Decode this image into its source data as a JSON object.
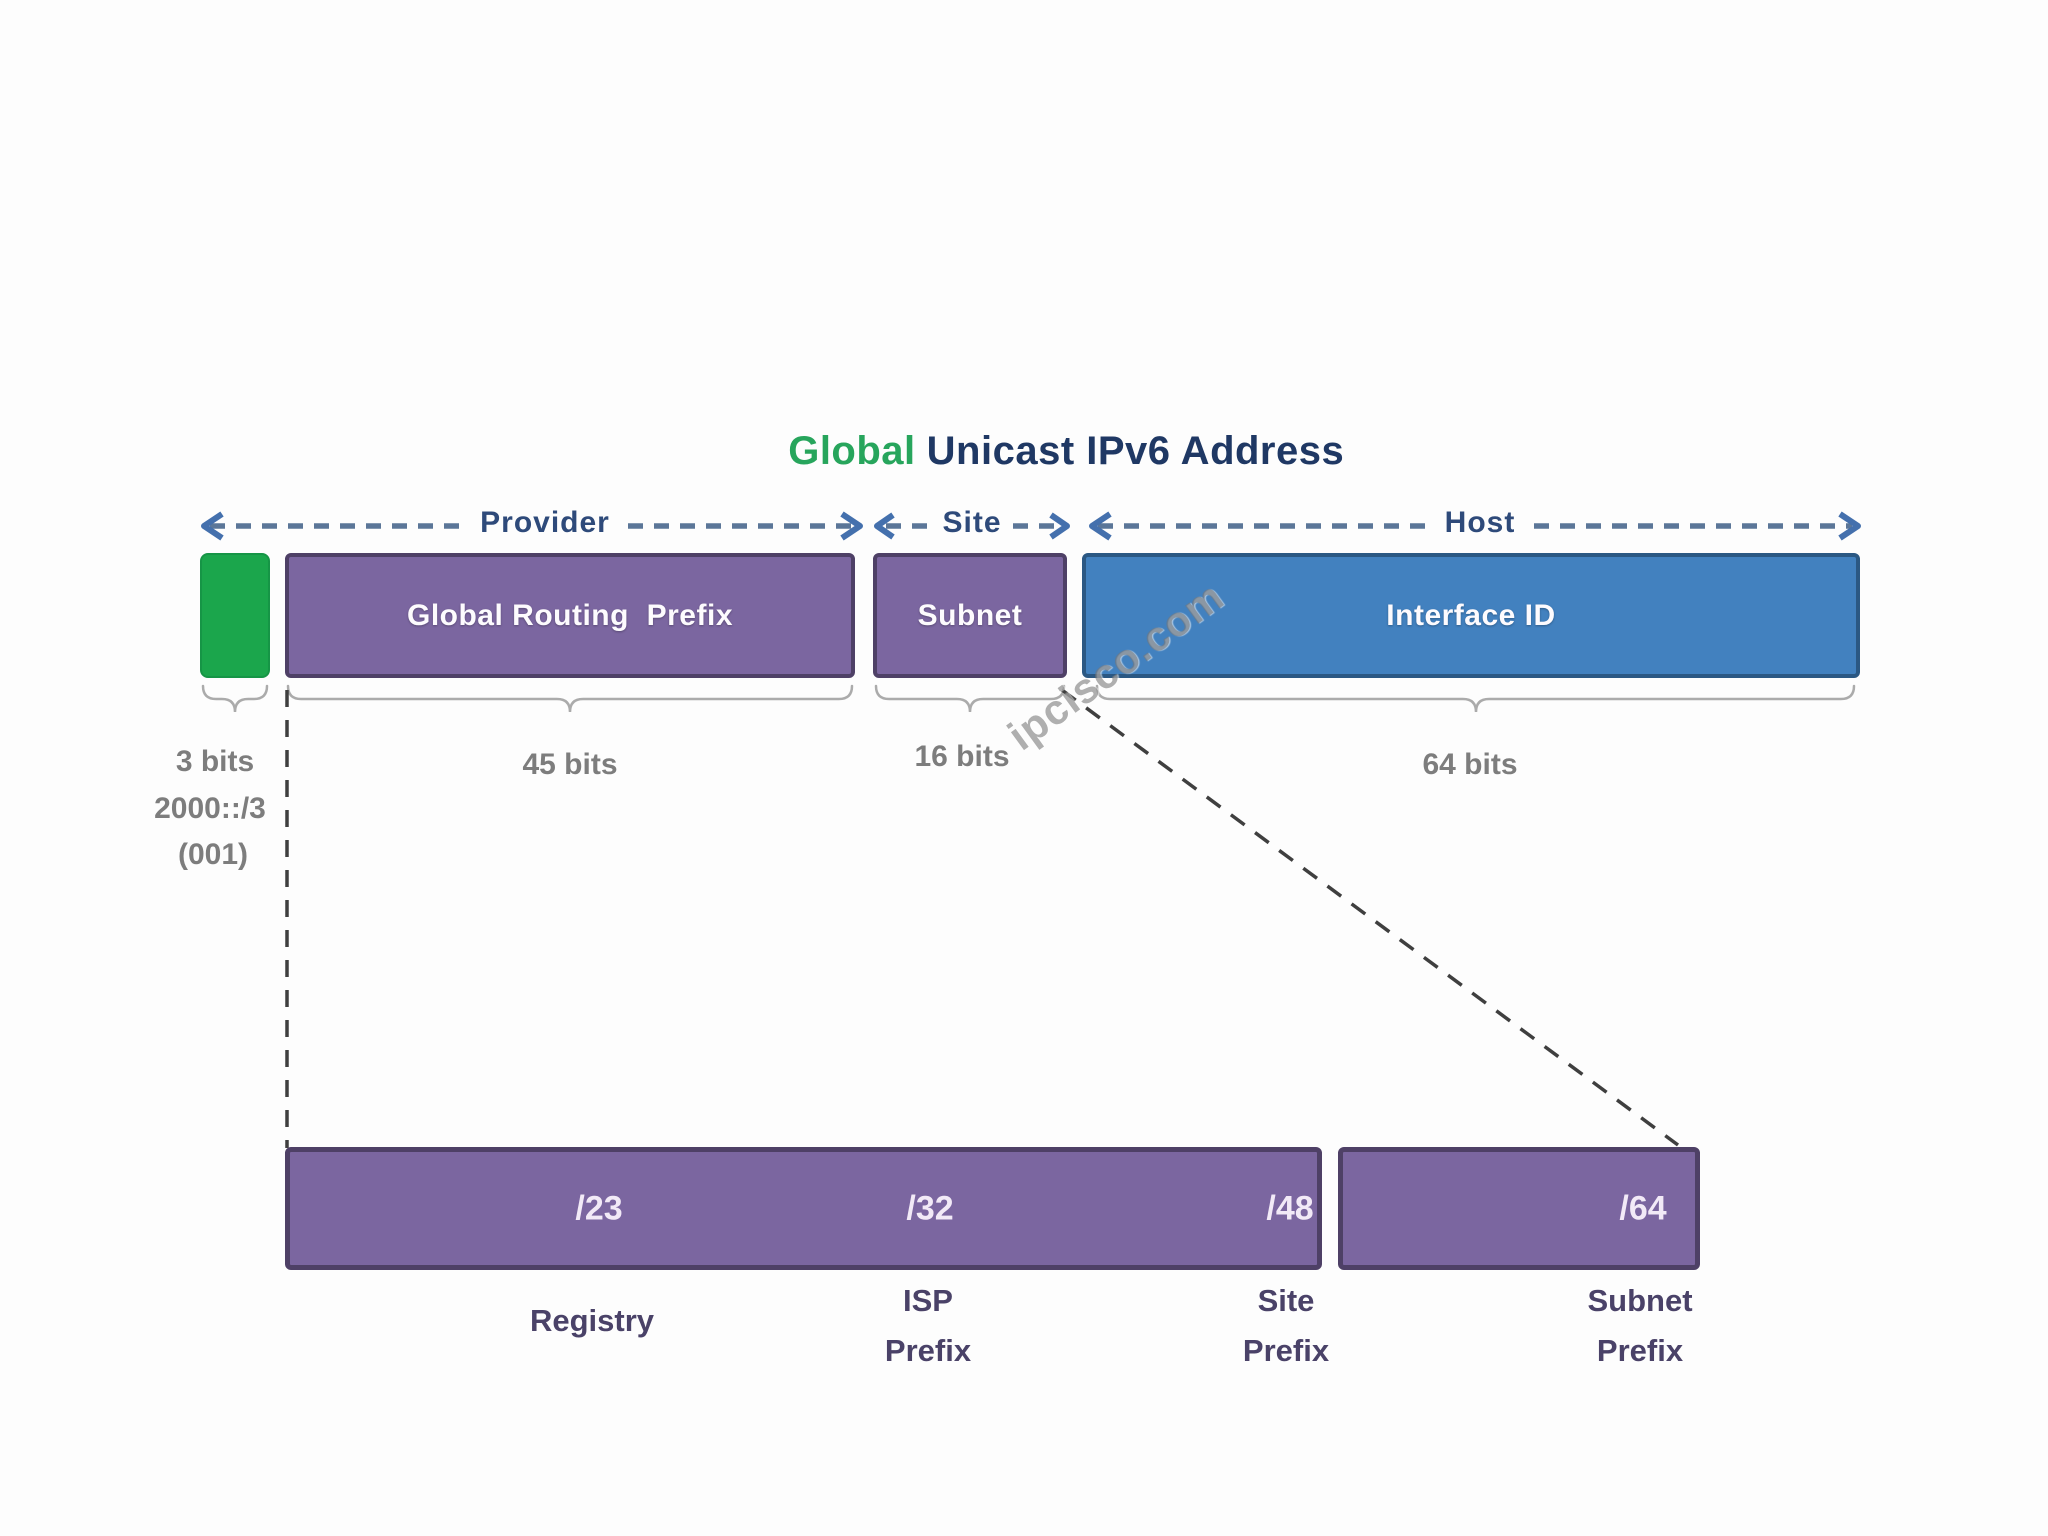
{
  "title": {
    "highlight": "Global",
    "rest": "Unicast IPv6 Address"
  },
  "arrows": {
    "provider": "Provider",
    "site": "Site",
    "host": "Host"
  },
  "fields": {
    "prefix_box": "Global Routing  Prefix",
    "subnet_box": "Subnet",
    "interface_box": "Interface ID"
  },
  "bits": {
    "first": "3 bits",
    "prefix": "45 bits",
    "subnet": "16 bits",
    "interface": "64 bits"
  },
  "first_bits_detail": {
    "address": "2000::/3",
    "binary": "(001)"
  },
  "watermark": "ipcisco.com",
  "allocation": {
    "boundaries": [
      "/23",
      "/32",
      "/48",
      "/64"
    ],
    "labels": [
      [
        "Registry"
      ],
      [
        "ISP",
        "Prefix"
      ],
      [
        "Site",
        "Prefix"
      ],
      [
        "Subnet",
        "Prefix"
      ]
    ]
  },
  "colors": {
    "title_green": "#27a55c",
    "title_navy": "#1f3864",
    "first_bits_green": "#1ba64c",
    "prefix_purple": "#7b66a0",
    "purple_border": "#4e4066",
    "interface_blue": "#4281bf",
    "blue_border": "#2b5883",
    "arrow_dash": "#5b7698",
    "arrow_head": "#4470ad",
    "arrow_text": "#2e4a7a",
    "bits_gray": "#7d7d7d",
    "brace_gray": "#ababab",
    "connector_gray": "#3f3f3f",
    "allocation_label": "#4a4268"
  }
}
